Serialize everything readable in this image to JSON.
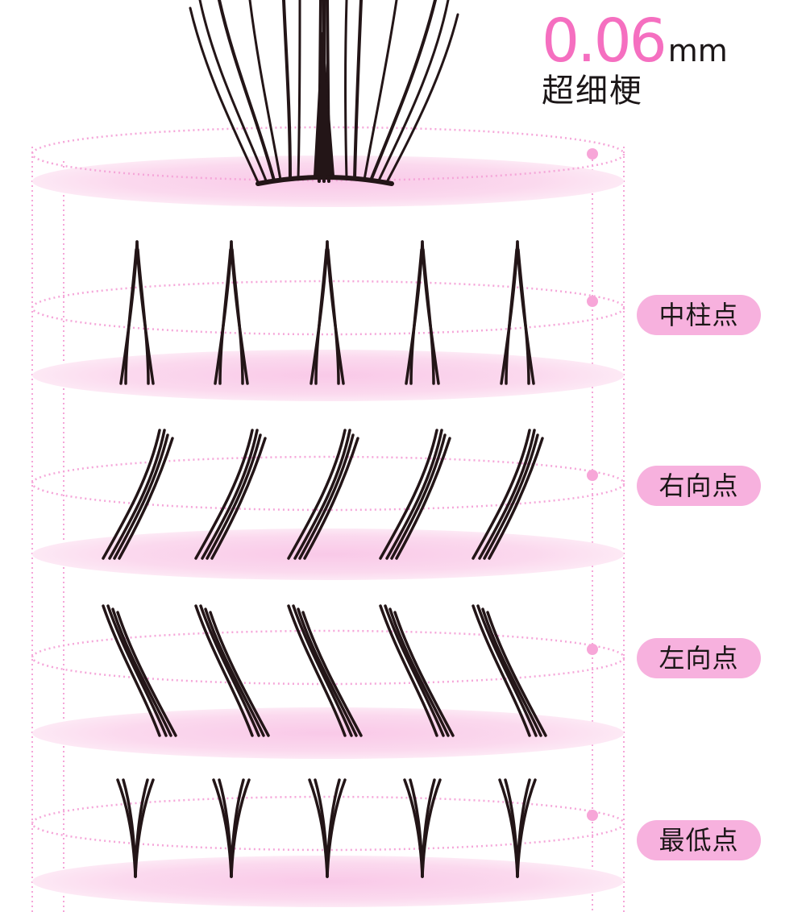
{
  "spec": {
    "value": "0.06",
    "unit": "mm",
    "label": "超细梗"
  },
  "tiers": [
    {
      "style": "fan-bundle",
      "label": ""
    },
    {
      "style": "mid-column",
      "label": "中柱点"
    },
    {
      "style": "right-lean",
      "label": "右向点"
    },
    {
      "style": "left-lean",
      "label": "左向点"
    },
    {
      "style": "lowest-point",
      "label": "最低点"
    }
  ],
  "colors": {
    "accent": "#f56fc0",
    "pill": "#f7b1de",
    "disc": "#fbd9ee",
    "dots": "#f5a6d9",
    "lash": "#231517"
  }
}
